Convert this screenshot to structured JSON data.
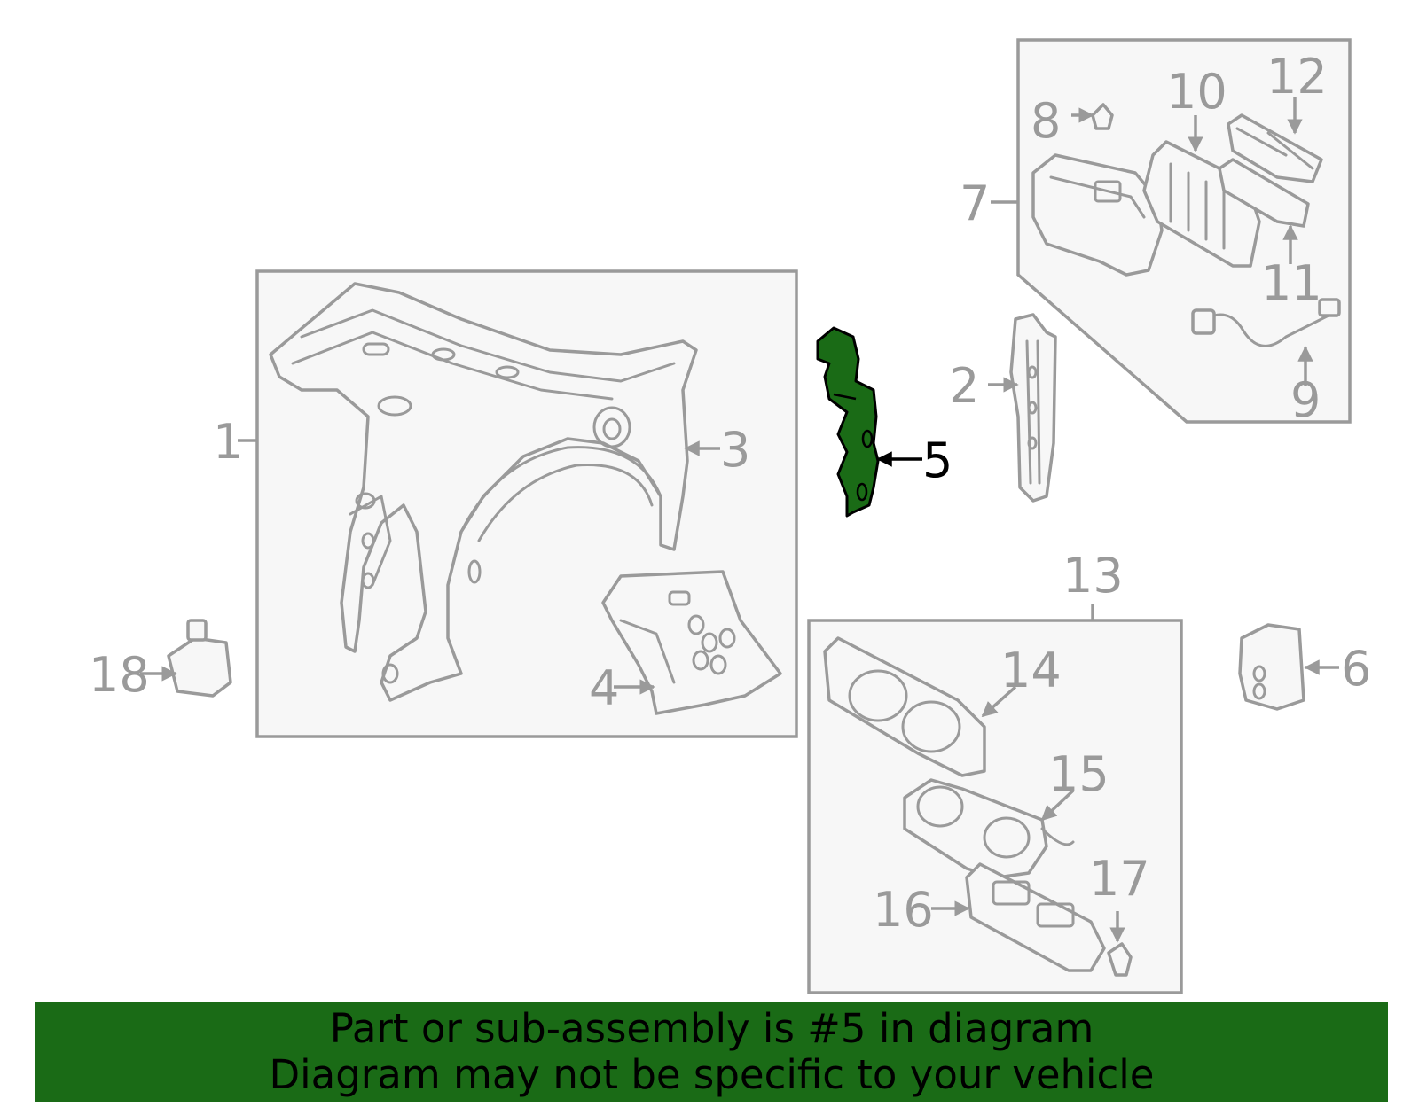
{
  "callouts": {
    "c1": "1",
    "c2": "2",
    "c3": "3",
    "c4": "4",
    "c5": "5",
    "c6": "6",
    "c7": "7",
    "c8": "8",
    "c9": "9",
    "c10": "10",
    "c11": "11",
    "c12": "12",
    "c13": "13",
    "c14": "14",
    "c15": "15",
    "c16": "16",
    "c17": "17",
    "c18": "18"
  },
  "highlighted_part": "5",
  "colors": {
    "highlight": "#1a6b16",
    "outline": "#9a9a9a",
    "banner": "#1a6b16"
  },
  "banner": {
    "line1": "Part or sub-assembly is #5 in diagram",
    "line2": "Diagram may not be specific to your vehicle"
  }
}
